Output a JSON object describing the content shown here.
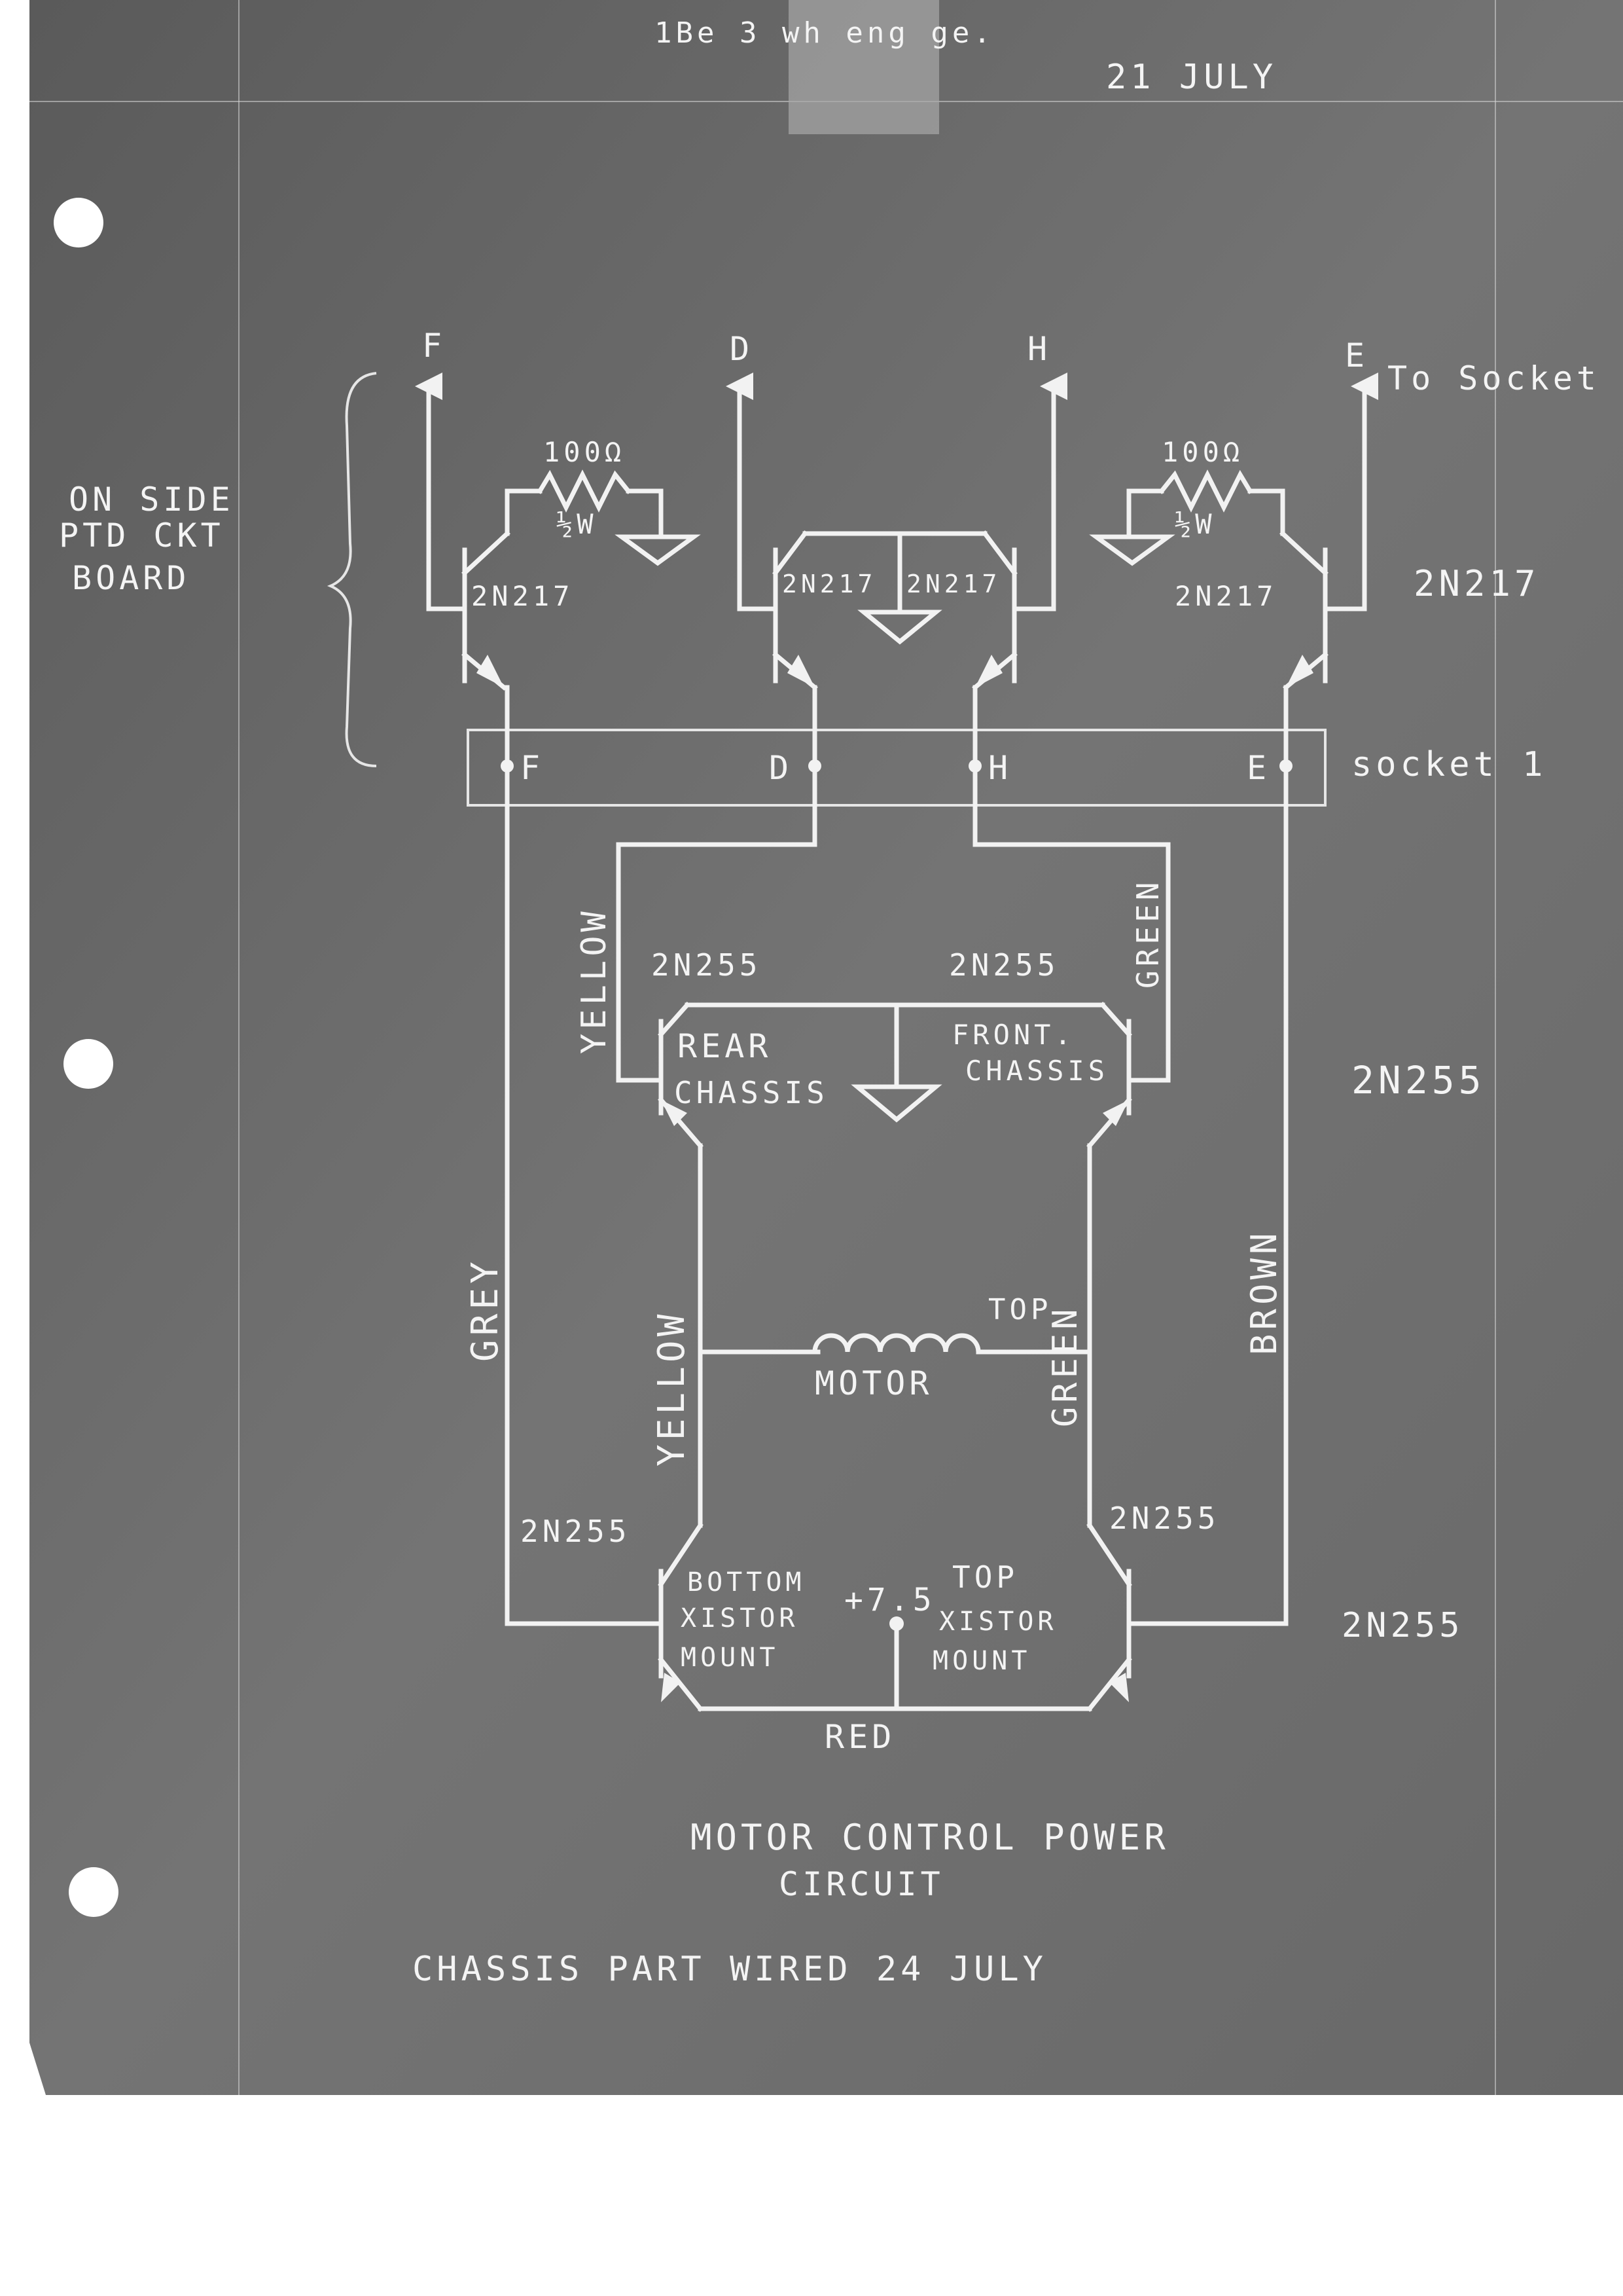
{
  "header": {
    "scrawl": "1Be 3 wh eng ge.",
    "date": "21   JULY"
  },
  "side_note": [
    "ON SIDE",
    "PTD CKT",
    "BOARD"
  ],
  "top_terminals": [
    "F",
    "D",
    "H",
    "E"
  ],
  "to_socket": "To Socket",
  "resistor_value": "100Ω",
  "resistor_watt": "½W",
  "driver_transistor": "2N217",
  "row_label_2n217": "2N217",
  "socket_pins": [
    "F",
    "D",
    "H",
    "E"
  ],
  "socket_label": "socket 1",
  "wire_colors": {
    "upper_left": "YELLOW",
    "upper_right": "GREEN",
    "lower_left": "YELLOW",
    "lower_right": "GREEN",
    "outer_left": "GREY",
    "outer_right": "BROWN",
    "bottom": "RED"
  },
  "power_transistor": "2N255",
  "row_label_upper_2n255": "2N255",
  "row_label_lower_2n255": "2N255",
  "rear_chassis": [
    "REAR",
    "CHASSIS"
  ],
  "front_chassis": [
    "FRONT.",
    "CHASSIS"
  ],
  "motor_label": "MOTOR",
  "motor_top": "TOP",
  "bottom_mount": [
    "BOTTOM",
    "XISTOR",
    "MOUNT"
  ],
  "top_mount": [
    "TOP",
    "XISTOR",
    "MOUNT"
  ],
  "supply": "+7.5",
  "title": [
    "MOTOR  CONTROL  POWER",
    "CIRCUIT"
  ],
  "footer_note": "CHASSIS  PART  WIRED  24  JULY",
  "colors": {
    "paper": "#6f6f6f",
    "ink": "#f2f2f2",
    "hole": "#ffffff"
  }
}
